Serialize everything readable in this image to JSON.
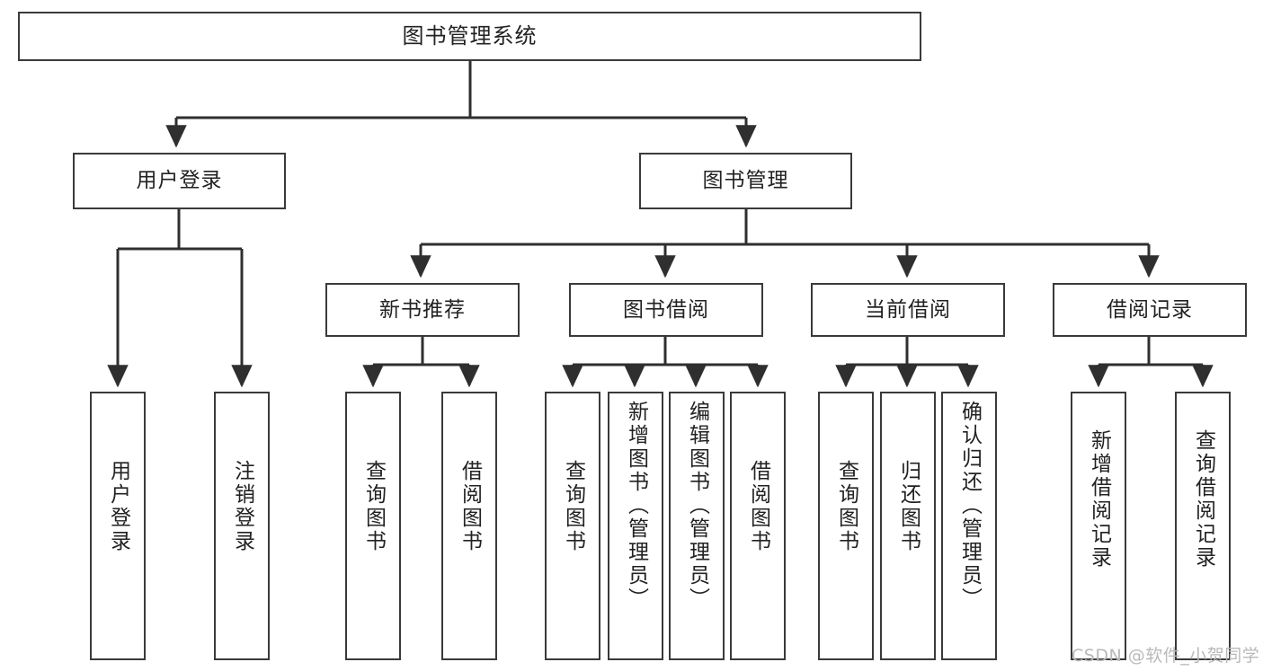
{
  "diagram": {
    "title": "图书管理系统",
    "type": "hierarchy-tree",
    "watermark": "CSDN @软件_小贺同学",
    "colors": {
      "box_border": "#3a3a3a",
      "box_fill": "#ffffff",
      "connector": "#2f2f2f",
      "text": "#222222",
      "watermark": "#b9b9b9",
      "background": "#ffffff"
    },
    "levels": [
      {
        "level": 1,
        "nodes": [
          {
            "id": "root",
            "label": "图书管理系统",
            "orientation": "horizontal"
          }
        ]
      },
      {
        "level": 2,
        "nodes": [
          {
            "id": "user-login",
            "label": "用户登录",
            "orientation": "horizontal",
            "parent": "root"
          },
          {
            "id": "book-manage",
            "label": "图书管理",
            "orientation": "horizontal",
            "parent": "root"
          }
        ]
      },
      {
        "level": 3,
        "nodes": [
          {
            "id": "new-book-recommend",
            "label": "新书推荐",
            "orientation": "horizontal",
            "parent": "book-manage"
          },
          {
            "id": "book-borrow",
            "label": "图书借阅",
            "orientation": "horizontal",
            "parent": "book-manage"
          },
          {
            "id": "current-borrow",
            "label": "当前借阅",
            "orientation": "horizontal",
            "parent": "book-manage"
          },
          {
            "id": "borrow-record",
            "label": "借阅记录",
            "orientation": "horizontal",
            "parent": "book-manage"
          }
        ]
      },
      {
        "level": 4,
        "nodes": [
          {
            "id": "leaf-user-login",
            "label": "用户登录",
            "orientation": "vertical",
            "parent": "user-login"
          },
          {
            "id": "leaf-logout",
            "label": "注销登录",
            "orientation": "vertical",
            "parent": "user-login"
          },
          {
            "id": "leaf-query-book-1",
            "label": "查询图书",
            "orientation": "vertical",
            "parent": "new-book-recommend"
          },
          {
            "id": "leaf-borrow-book-1",
            "label": "借阅图书",
            "orientation": "vertical",
            "parent": "new-book-recommend"
          },
          {
            "id": "leaf-query-book-2",
            "label": "查询图书",
            "orientation": "vertical",
            "parent": "book-borrow"
          },
          {
            "id": "leaf-add-book",
            "label": "新增图书（管理员）",
            "orientation": "vertical",
            "parent": "book-borrow"
          },
          {
            "id": "leaf-edit-book",
            "label": "编辑图书（管理员）",
            "orientation": "vertical",
            "parent": "book-borrow"
          },
          {
            "id": "leaf-borrow-book-2",
            "label": "借阅图书",
            "orientation": "vertical",
            "parent": "book-borrow"
          },
          {
            "id": "leaf-query-book-3",
            "label": "查询图书",
            "orientation": "vertical",
            "parent": "current-borrow"
          },
          {
            "id": "leaf-return-book",
            "label": "归还图书",
            "orientation": "vertical",
            "parent": "current-borrow"
          },
          {
            "id": "leaf-confirm-return",
            "label": "确认归还（管理员）",
            "orientation": "vertical",
            "parent": "current-borrow"
          },
          {
            "id": "leaf-add-record",
            "label": "新增借阅记录",
            "orientation": "vertical",
            "parent": "borrow-record"
          },
          {
            "id": "leaf-query-record",
            "label": "查询借阅记录",
            "orientation": "vertical",
            "parent": "borrow-record"
          }
        ]
      }
    ]
  }
}
